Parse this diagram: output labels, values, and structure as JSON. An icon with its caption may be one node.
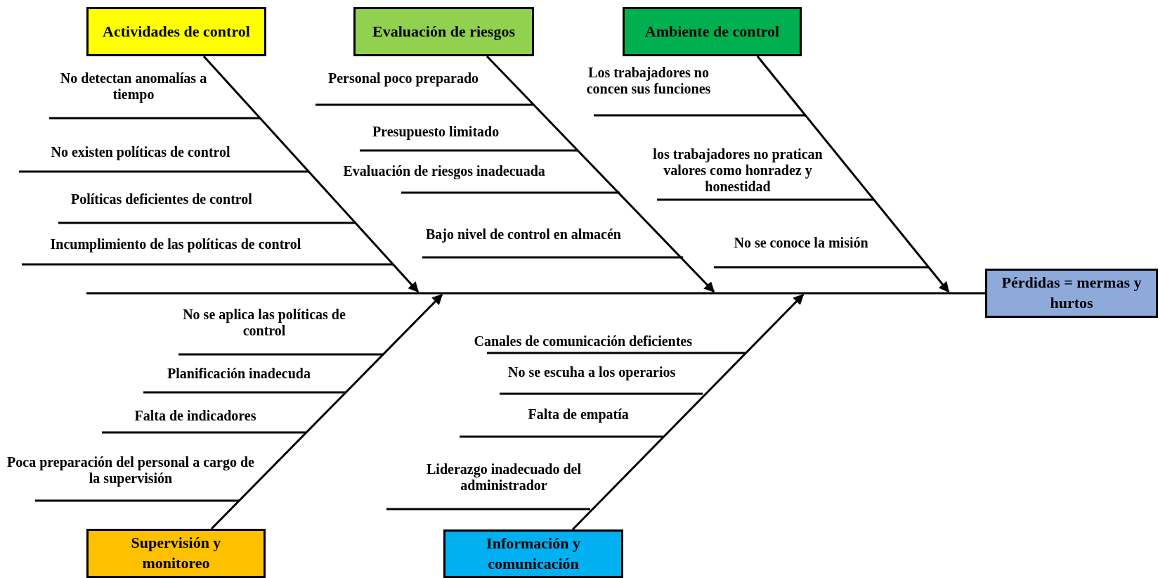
{
  "diagram": {
    "nodes": [
      {
        "text": [
          "Actividades de control"
        ]
      },
      {
        "text": [
          "Evaluación de riesgos"
        ]
      },
      {
        "text": [
          "Ambiente de control"
        ]
      },
      {
        "text": [
          "Pérdidas = mermas y hurtos"
        ]
      },
      {
        "text": [
          "Supervisión y monitoreo"
        ]
      },
      {
        "text": [
          "Información y comunicación"
        ]
      },
      {
        "text": [
          "No detectan anomalías a tiempo"
        ]
      },
      {
        "text": [
          "No existen políticas de control"
        ]
      },
      {
        "text": [
          "Políticas deficientes de control"
        ]
      },
      {
        "text": [
          "Incumplimiento de las políticas de control"
        ]
      },
      {
        "text": [
          "Personal poco preparado"
        ]
      },
      {
        "text": [
          "Presupuesto limitado"
        ]
      },
      {
        "text": [
          "Evaluación de riesgos inadecuada"
        ]
      },
      {
        "text": [
          "Bajo nivel de control en almacén"
        ]
      },
      {
        "text": [
          "Los trabajadores no concen sus funciones"
        ]
      },
      {
        "text": [
          "los trabajadores no pratican valores como honradez y honestidad"
        ]
      },
      {
        "text": [
          "No se conoce la misión"
        ]
      },
      {
        "text": [
          "No se aplica las políticas de control"
        ]
      },
      {
        "text": [
          "Planificación inadecuda"
        ]
      },
      {
        "text": [
          "Falta de indicadores"
        ]
      },
      {
        "text": [
          "Poca preparación del personal a cargo de la supervisión"
        ]
      },
      {
        "text": [
          "Canales de comunicación deficientes"
        ]
      },
      {
        "text": [
          "No se escuha a los operarios"
        ]
      },
      {
        "text": [
          "Falta de empatía"
        ]
      },
      {
        "text": [
          "Liderazgo inadecuado del administrador"
        ]
      }
    ],
    "edges": [
      {
        "from": null,
        "to": 3,
        "arrow": "none"
      },
      {
        "from": 0,
        "to": null,
        "arrow": "to"
      },
      {
        "from": 1,
        "to": null,
        "arrow": "to"
      },
      {
        "from": 2,
        "to": null,
        "arrow": "to"
      },
      {
        "from": 4,
        "to": null,
        "arrow": "to"
      },
      {
        "from": 5,
        "to": null,
        "arrow": "to"
      },
      {
        "from": 6,
        "to": null,
        "arrow": "none"
      },
      {
        "from": 7,
        "to": null,
        "arrow": "none"
      },
      {
        "from": 8,
        "to": null,
        "arrow": "none"
      },
      {
        "from": 9,
        "to": null,
        "arrow": "none"
      },
      {
        "from": 10,
        "to": null,
        "arrow": "none"
      },
      {
        "from": 11,
        "to": null,
        "arrow": "none"
      },
      {
        "from": 12,
        "to": null,
        "arrow": "none"
      },
      {
        "from": 13,
        "to": null,
        "arrow": "none"
      },
      {
        "from": 14,
        "to": null,
        "arrow": "none"
      },
      {
        "from": 15,
        "to": null,
        "arrow": "none"
      },
      {
        "from": 16,
        "to": null,
        "arrow": "none"
      },
      {
        "from": 17,
        "to": null,
        "arrow": "none"
      },
      {
        "from": 18,
        "to": null,
        "arrow": "none"
      },
      {
        "from": 19,
        "to": null,
        "arrow": "none"
      },
      {
        "from": 20,
        "to": null,
        "arrow": "none"
      },
      {
        "from": 21,
        "to": null,
        "arrow": "none"
      },
      {
        "from": 22,
        "to": null,
        "arrow": "none"
      },
      {
        "from": 23,
        "to": null,
        "arrow": "none"
      },
      {
        "from": 24,
        "to": null,
        "arrow": "none"
      }
    ]
  }
}
